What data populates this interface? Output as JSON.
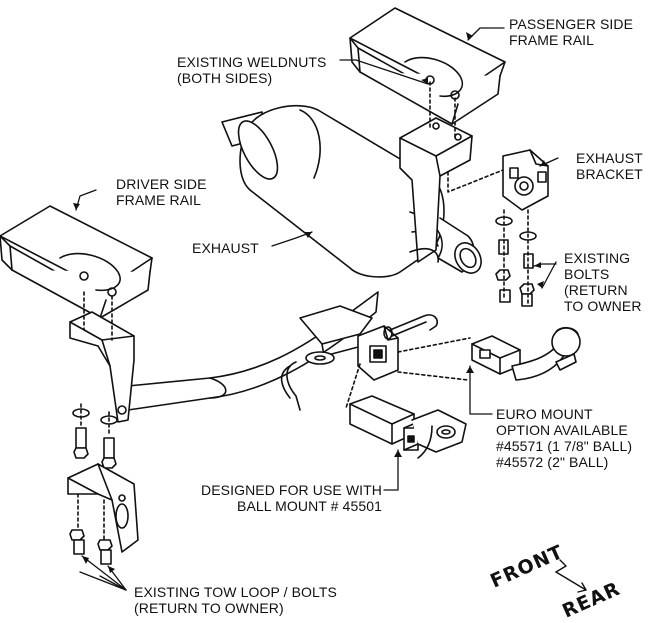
{
  "labels": {
    "passenger_rail": [
      "PASSENGER SIDE",
      "FRAME RAIL"
    ],
    "weldnuts": [
      "EXISTING WELDNUTS",
      "(BOTH SIDES)"
    ],
    "exhaust_bracket": [
      "EXHAUST",
      "BRACKET"
    ],
    "driver_rail": [
      "DRIVER SIDE",
      "FRAME RAIL"
    ],
    "exhaust": "EXHAUST",
    "existing_bolts": [
      "EXISTING",
      "BOLTS",
      "(RETURN",
      "TO OWNER"
    ],
    "euro_mount": [
      "EURO MOUNT",
      "OPTION AVAILABLE",
      "#45571 (1 7/8\" BALL)",
      "#45572 (2\" BALL)"
    ],
    "designed_for": [
      "DESIGNED FOR USE WITH",
      "BALL MOUNT # 45501"
    ],
    "tow_loop": [
      "EXISTING TOW LOOP / BOLTS",
      "(RETURN TO OWNER)"
    ]
  },
  "direction": {
    "front": "FRONT",
    "rear": "REAR"
  },
  "colors": {
    "line": "#111111",
    "fill": "#ffffff",
    "shade": "#d9d9d9"
  }
}
